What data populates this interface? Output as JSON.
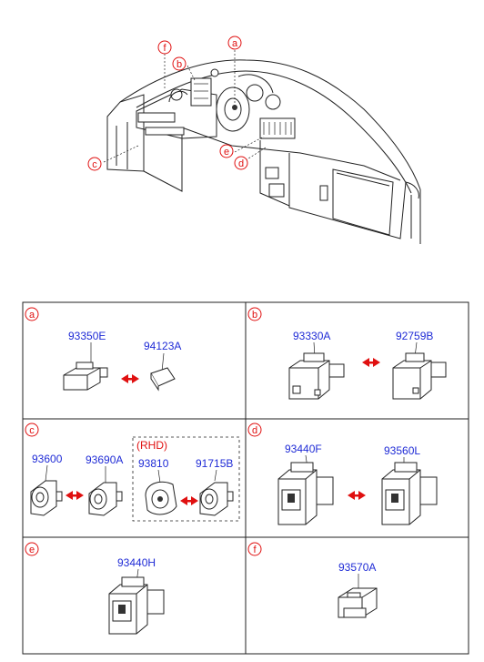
{
  "callouts": [
    "a",
    "b",
    "c",
    "d",
    "e",
    "f"
  ],
  "panels": {
    "a": {
      "tag": "a",
      "parts": [
        "93350E",
        "94123A"
      ]
    },
    "b": {
      "tag": "b",
      "parts": [
        "93330A",
        "92759B"
      ]
    },
    "c": {
      "tag": "c",
      "parts": [
        "93600",
        "93690A",
        "93810",
        "91715B"
      ],
      "group_label": "(RHD)"
    },
    "d": {
      "tag": "d",
      "parts": [
        "93440F",
        "93560L"
      ]
    },
    "e": {
      "tag": "e",
      "parts": [
        "93440H"
      ]
    },
    "f": {
      "tag": "f",
      "parts": [
        "93570A"
      ]
    }
  },
  "icons": [
    "double-arrow-icon",
    "switch-icon",
    "socket-icon"
  ],
  "colors": {
    "label": "#1f2bd6",
    "accent": "#e01010",
    "line": "#222222"
  }
}
